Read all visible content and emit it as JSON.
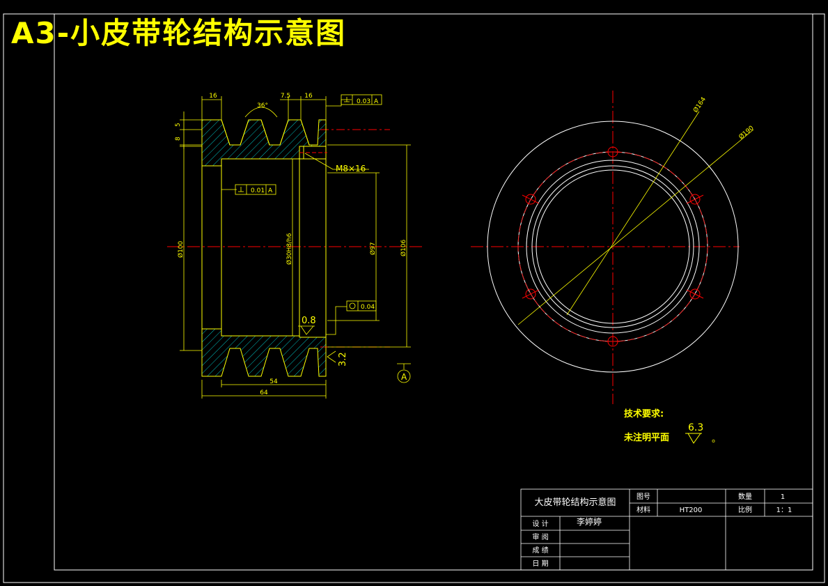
{
  "page_title": "A3-小皮带轮结构示意图",
  "dimensions": {
    "top_left": "16",
    "top_groove_pitch": "7.5",
    "top_right": "16",
    "groove_angle": "36°",
    "left_5": "5",
    "left_8": "8",
    "dia_100": "Ø100",
    "bore": "Ø30H8/h6",
    "dia_97": "Ø97",
    "dia_106": "Ø106",
    "thread": "M8×16",
    "bottom_54": "54",
    "bottom_64": "64",
    "dia_164": "Ø164",
    "dia_190": "Ø190"
  },
  "tolerances": {
    "perp_top": {
      "value": "0.03",
      "datum": "A"
    },
    "perp_mid": {
      "value": "0.01",
      "datum": "A"
    },
    "circ": {
      "value": "0.04"
    }
  },
  "roughness": {
    "r1": "0.8",
    "r2": "3.2",
    "r3": "6.3"
  },
  "datum_label": "A",
  "notes": {
    "heading": "技术要求:",
    "line1": "未注明平面",
    "line1_end": "。"
  },
  "title_block": {
    "drawing_name": "大皮带轮结构示意图",
    "label_drawing_no": "图号",
    "label_material": "材料",
    "material": "HT200",
    "label_qty": "数量",
    "qty": "1",
    "label_scale": "比例",
    "scale": "1：1",
    "label_design": "设 计",
    "designer": "李婷婷",
    "label_review": "审 阅",
    "label_score": "成 绩",
    "label_date": "日 期"
  },
  "colors": {
    "line": "#ffff00",
    "center": "#ff0000",
    "hatch": "#00c0c0",
    "text": "#ffffff"
  }
}
